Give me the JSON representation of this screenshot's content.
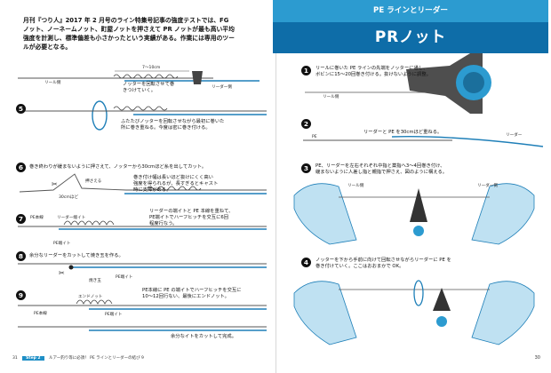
{
  "left": {
    "intro": "月刊『つり人』2017 年 2 月号のライン特集号記事の強度テストでは、FG\nノット、ノーネームノット、町屋ノットを押さえて PR ノットが最も高い平均\n強度を計測し、標準偏差も小さかったという実績がある。作業には専用のツー\nルが必要となる。",
    "top_labels": {
      "reel_side": "リール側",
      "distance": "7～10cm",
      "leader_side": "リーダー側",
      "tool_caption": "ノッターを回転させて巻\nきつけていく。"
    },
    "step5": {
      "num": "5",
      "text": "ふたたびノッターを回転させながら最初に巻いた\n所に巻き重ねる。今度は密に巻き付ける。"
    },
    "step6": {
      "num": "6",
      "text": "巻き終わりが緩まないように押さえて、ノッターから30cmほど糸を出してカット。",
      "label_press": "押さえる",
      "label_30": "30cmほど",
      "side_note": "巻き付け幅は長いほど抜けにくく高い\n強度を得られるが、長すぎるとキャスト\n時に支障がある。"
    },
    "step7": {
      "num": "7",
      "label_main": "PE本線",
      "label_leader_end": "リーダー端イト",
      "label_pe_end": "PE端イト",
      "side_note": "リーダーの端イトと PE 本線を重ねて、\nPE端イトでハーフヒッチを交互に6回\n程度行なう。"
    },
    "step8": {
      "num": "8",
      "text": "余分なリーダーをカットして焼き玉を作る。",
      "label_ball": "焼き玉",
      "label_pe_end": "PE端イト"
    },
    "step9": {
      "num": "9",
      "label_end_knot": "エンドノット",
      "label_main": "PE本線",
      "label_pe_end": "PE端イト",
      "side_note": "PE本線に PE の端イトでハーフヒッチを交互に\n10～12回行ない、最後にエンドノット。",
      "bottom_note": "余分なイトをカットして完成。"
    },
    "footer": {
      "page": "31",
      "step_badge": "Step 2",
      "section": "ルアー釣り等に必須！ PE ラインとリーダーの結び 9"
    }
  },
  "right": {
    "tab": "PE ラインとリーダー",
    "title": "PRノット",
    "step1": {
      "num": "1",
      "text": "リールに巻いた PE ラインの先端をノッターに通し、\nボビンに15～20回巻き付ける。抜けないように調整。",
      "label_reel": "リール側"
    },
    "step2": {
      "num": "2",
      "text": "リーダーと PE を30cmほど重ねる。",
      "label_pe": "PE",
      "label_leader": "リーダー"
    },
    "step3": {
      "num": "3",
      "text": "PE、リーダーを左右それぞれ中指と薬指へ3～4回巻き付け、\n緩まないように人差し指と親指で押さえ、図のように構える。",
      "label_reel": "リール側",
      "label_leader": "リーダー側"
    },
    "step4": {
      "num": "4",
      "text": "ノッターを下から手前に向けて回転させながらリーダーに PE を\n巻き付けていく。ここはおおまかで OK。"
    },
    "footer": {
      "page": "30"
    }
  }
}
